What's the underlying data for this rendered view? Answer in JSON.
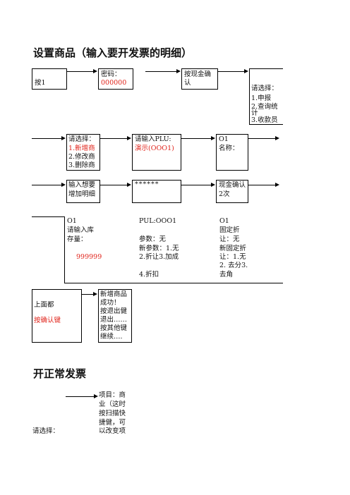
{
  "section1": {
    "title": "设置商品（输入要开发票的明细）",
    "row1": {
      "box1": "按1",
      "box2_line1": "密码：",
      "box2_line2": "000000",
      "box3_line1": "按现金确",
      "box3_line2": "认",
      "box4_lines": [
        "请选择：",
        "1.申报",
        "2.查询统",
        "计",
        "3.收款员"
      ]
    },
    "row2": {
      "box1_lines": [
        "请选择：",
        "1.新增商",
        "2.修改商",
        "3.删除商"
      ],
      "box2_line1": "请输入PLU:",
      "box2_line2": "演示(OOO1)",
      "box3_line1": "O1",
      "box3_line2": "名称："
    },
    "row3": {
      "box1_lines": [
        "输入想要",
        "增加明细"
      ],
      "box2": "******",
      "box3_lines": [
        "现金确认",
        "2次"
      ]
    },
    "row4": {
      "col1_lines": [
        "O1",
        "请输入库",
        "存量：",
        "",
        "999999"
      ],
      "col2_lines": [
        "PUL:OOO1",
        "",
        "参数：无",
        "新参数：1.无",
        "2.折让3.加成",
        "",
        "4.折扣"
      ],
      "col3_lines": [
        "O1",
        "固定折",
        "让：无",
        "新固定折",
        "让：1.无",
        "2. 去分3.",
        "去角"
      ]
    },
    "row5": {
      "left_line1": "上面都",
      "left_line2": "按确认键",
      "box_lines": [
        "新增商品",
        "成功！",
        "按退出健",
        "退出……",
        "按其他键",
        "继续…."
      ]
    }
  },
  "section2": {
    "title": "开正常发票",
    "text_lines": [
      "项目：商",
      "业（这时",
      "按扫描快",
      "捷健，可",
      "以改变项"
    ],
    "left_label": "请选择："
  },
  "colors": {
    "accent_red": "#e0241b",
    "line": "#000000"
  }
}
